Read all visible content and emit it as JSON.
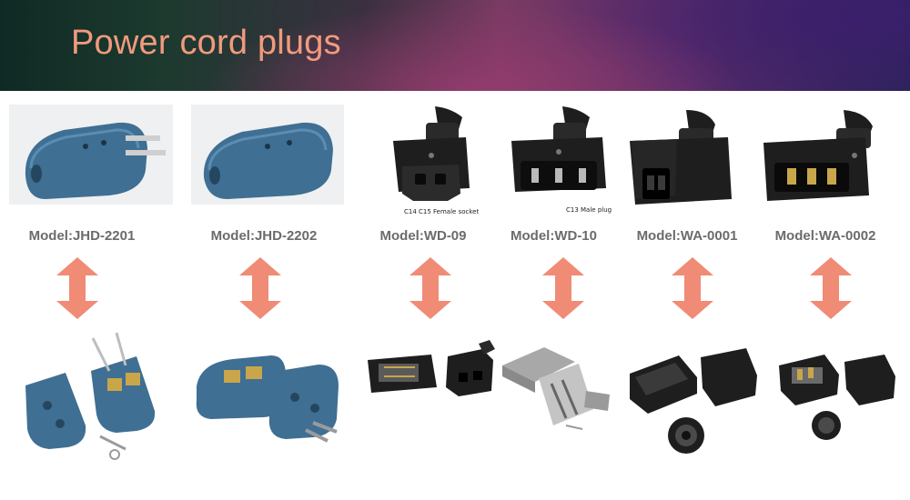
{
  "title": "Power cord plugs",
  "colors": {
    "title": "#f19a7d",
    "arrow": "#f08b76",
    "model_text": "#6b6b6b",
    "blue_plug": "#3f6f93",
    "black_plug": "#1e1e1e",
    "grey_plug": "#9a9a9a"
  },
  "products": [
    {
      "model": "Model:JHD-2201",
      "caption": ""
    },
    {
      "model": "Model:JHD-2202",
      "caption": ""
    },
    {
      "model": "Model:WD-09",
      "caption": "C14 C15 Female socket"
    },
    {
      "model": "Model:WD-10",
      "caption": "C13 Male plug"
    },
    {
      "model": "Model:WA-0001",
      "caption": ""
    },
    {
      "model": "Model:WA-0002",
      "caption": ""
    }
  ]
}
